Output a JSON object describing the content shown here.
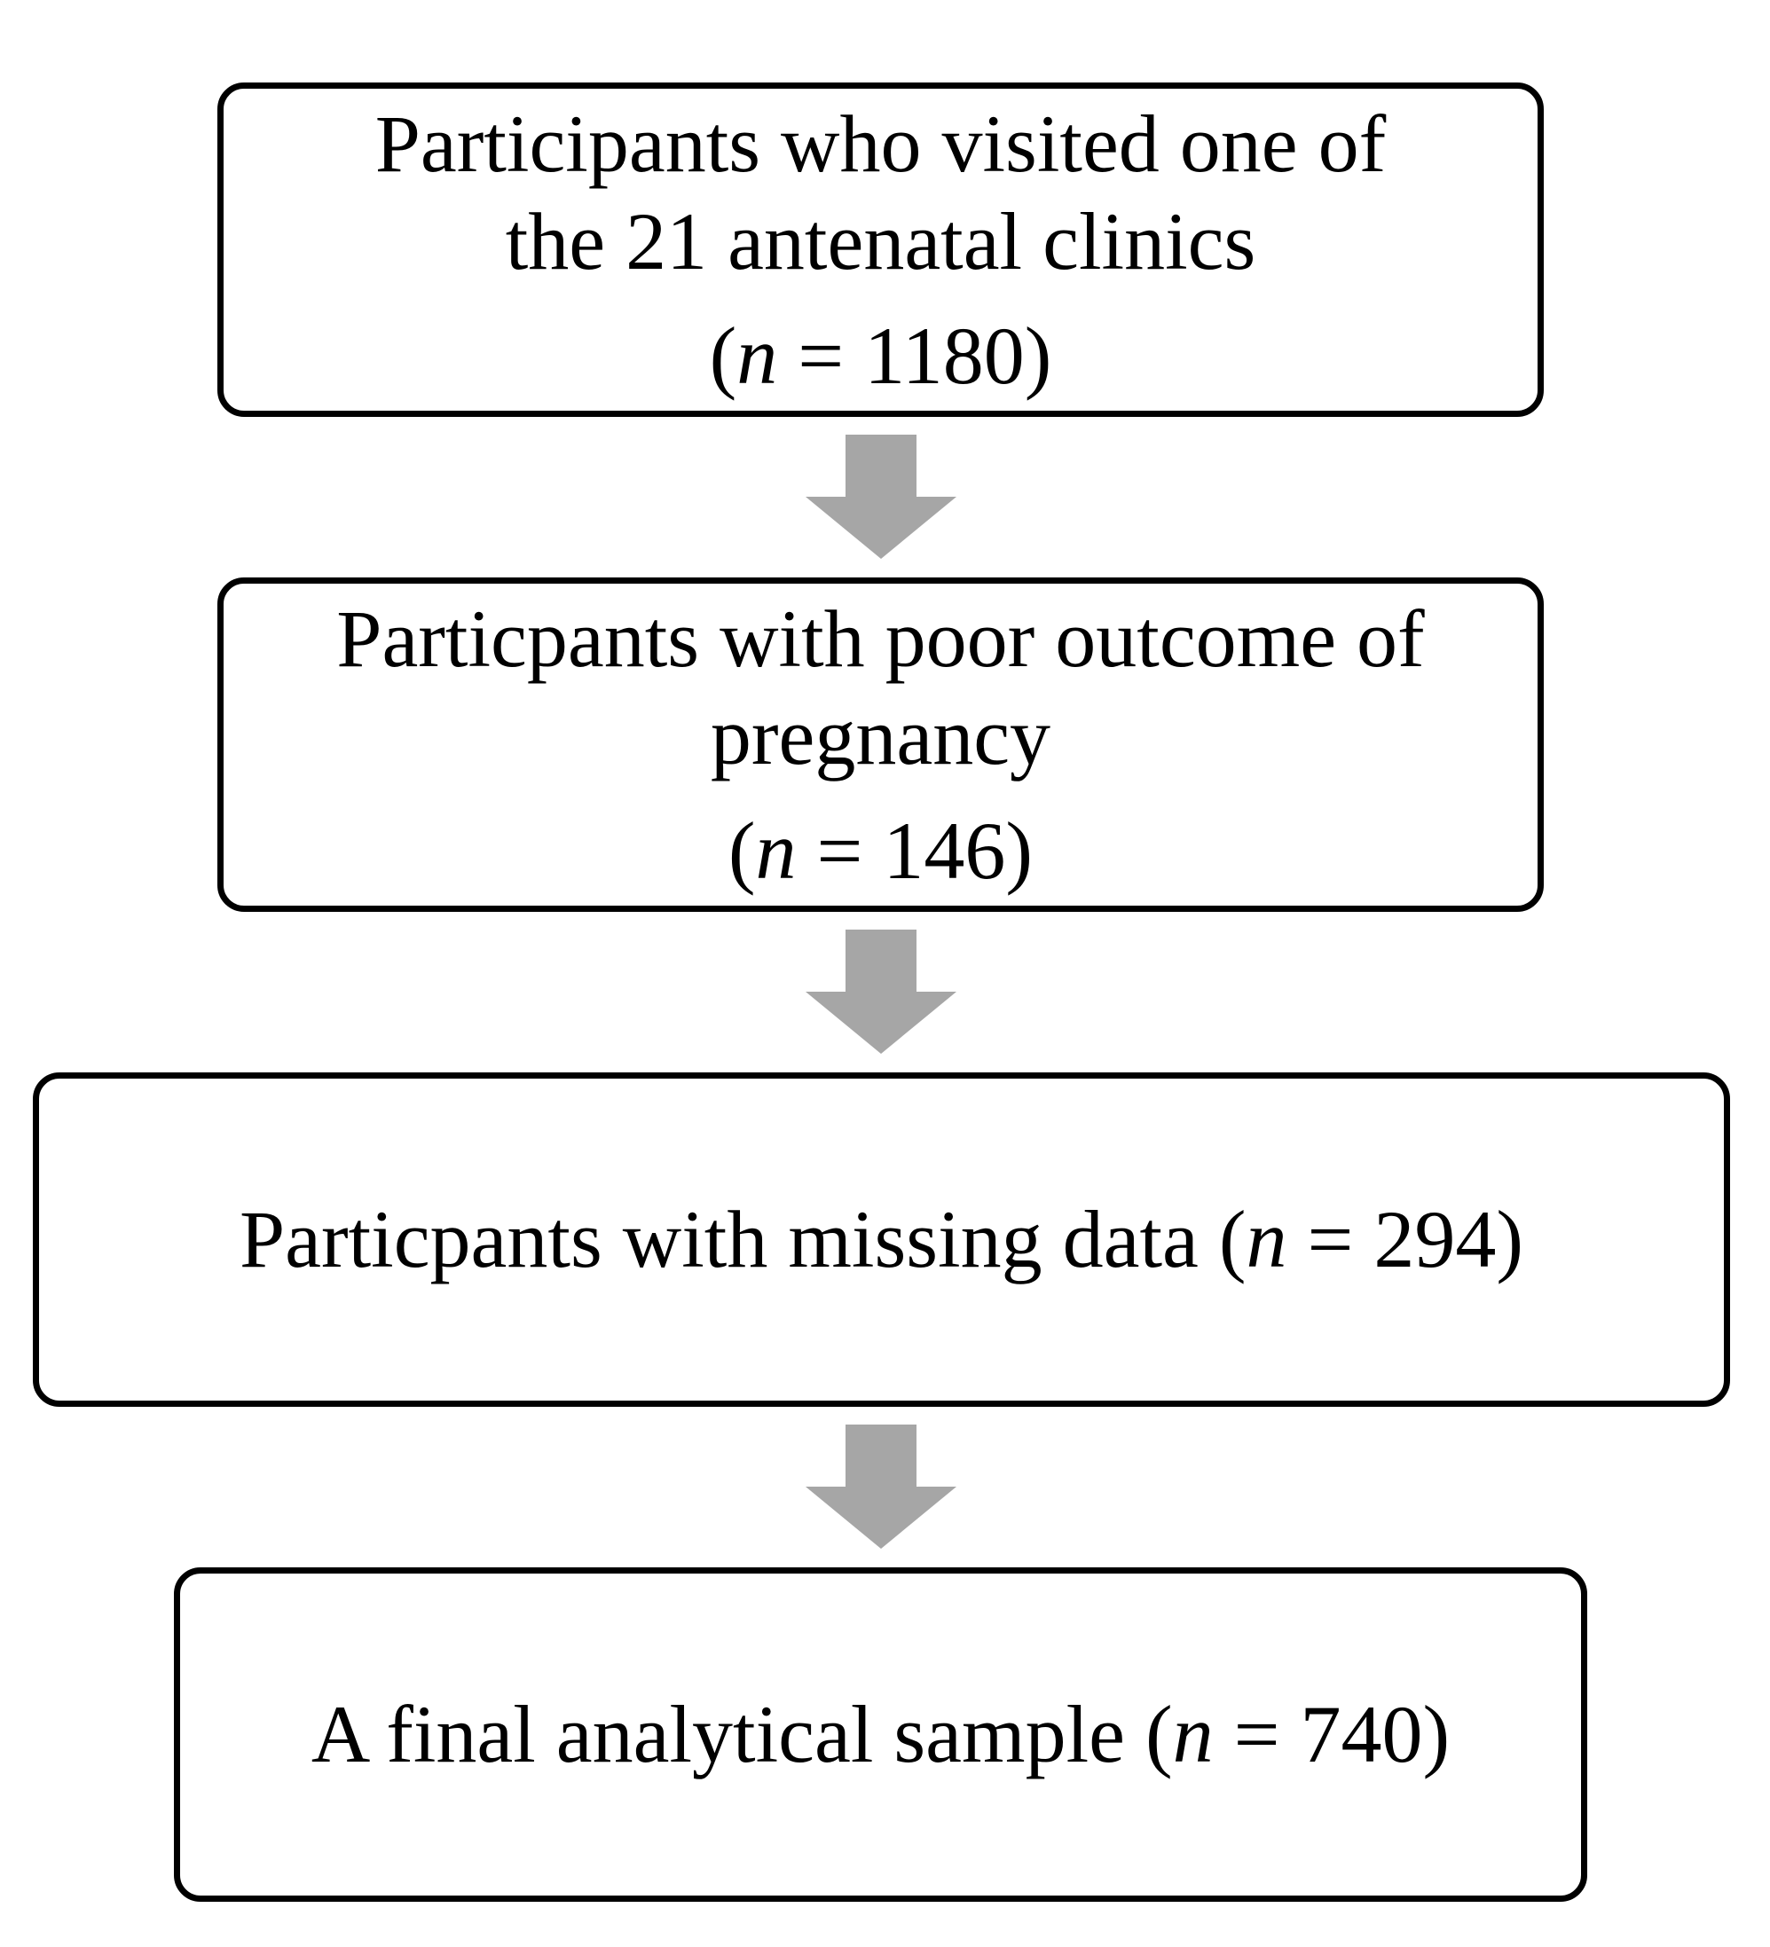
{
  "colors": {
    "box_border": "#000000",
    "arrow_fill": "#a6a6a6",
    "background": "#ffffff",
    "text": "#000000"
  },
  "boxes": [
    {
      "lines": [
        "Participants who visited one of",
        "the 21 antenatal clinics"
      ],
      "count_open": "(",
      "count_var": "n",
      "count_rest": " = 1180)"
    },
    {
      "lines": [
        "Particpants with poor outcome of",
        "pregnancy"
      ],
      "count_open": "(",
      "count_var": "n",
      "count_rest": " = 146)"
    },
    {
      "lines": [
        "Particpants with missing data "
      ],
      "count_open": "(",
      "count_var": "n",
      "count_rest": " = 294)"
    },
    {
      "lines": [
        "A final analytical sample "
      ],
      "count_open": "(",
      "count_var": "n",
      "count_rest": " = 740)"
    }
  ],
  "arrows": [
    {
      "icon": "down-arrow-icon"
    },
    {
      "icon": "down-arrow-icon"
    },
    {
      "icon": "down-arrow-icon"
    }
  ]
}
